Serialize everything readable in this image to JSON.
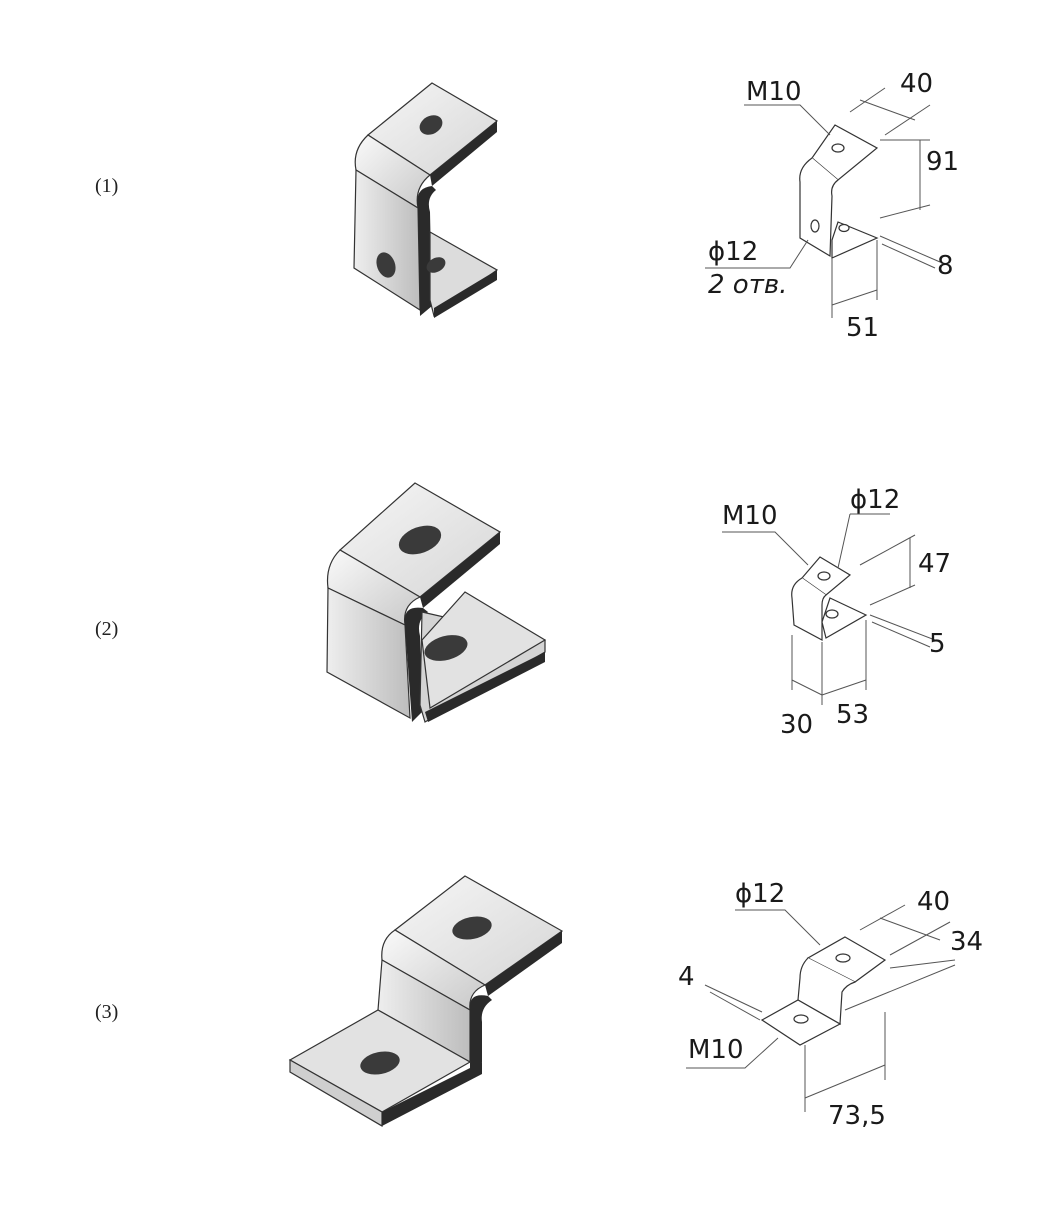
{
  "figures": [
    {
      "number": "(1)",
      "callouts": {
        "thread": "M10",
        "hole_diameter": "ϕ12",
        "hole_count": "2 отв.",
        "width": "40",
        "height": "91",
        "thickness": "8",
        "depth": "51"
      }
    },
    {
      "number": "(2)",
      "callouts": {
        "thread": "M10",
        "hole_diameter": "ϕ12",
        "height": "47",
        "thickness": "5",
        "width": "30",
        "depth": "53"
      }
    },
    {
      "number": "(3)",
      "callouts": {
        "hole_diameter": "ϕ12",
        "width": "40",
        "height": "34",
        "thickness": "4",
        "thread": "M10",
        "length": "73,5"
      }
    }
  ],
  "colors": {
    "face_light": "#e4e4e4",
    "face_mid": "#c4c4c4",
    "face_dark": "#2a2a2a",
    "line": "#555555"
  }
}
